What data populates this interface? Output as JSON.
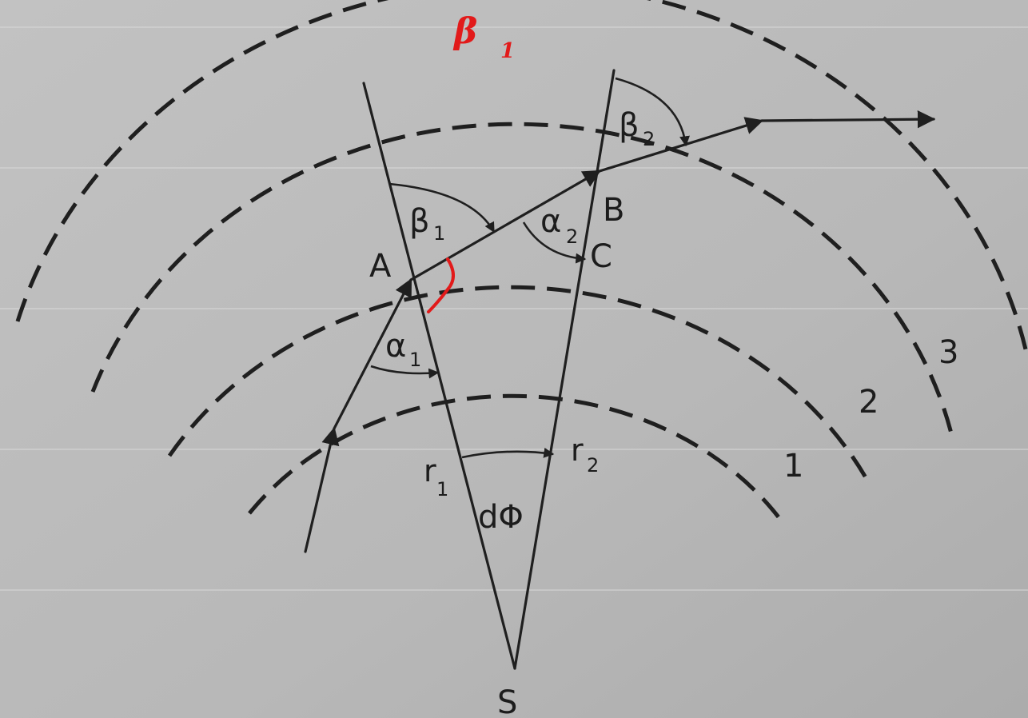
{
  "labels": {
    "point_a": "A",
    "point_b": "B",
    "point_c": "C",
    "point_s": "S",
    "alpha_1": "α",
    "alpha_1_sub": "1",
    "alpha_2": "α",
    "alpha_2_sub": "2",
    "beta_1": "β",
    "beta_1_sub": "1",
    "beta_2": "β",
    "beta_2_sub": "2",
    "r_1": "r",
    "r_1_sub": "1",
    "r_2": "r",
    "r_2_sub": "2",
    "d_phi": "dΦ",
    "shell_1": "1",
    "shell_2": "2",
    "shell_3": "3"
  },
  "annotation": {
    "handwritten_beta": "β",
    "handwritten_sub": "1"
  },
  "colors": {
    "ink": "#1f1f1f",
    "paper": "#b9b9b9",
    "annotation": "#e21a1a"
  }
}
